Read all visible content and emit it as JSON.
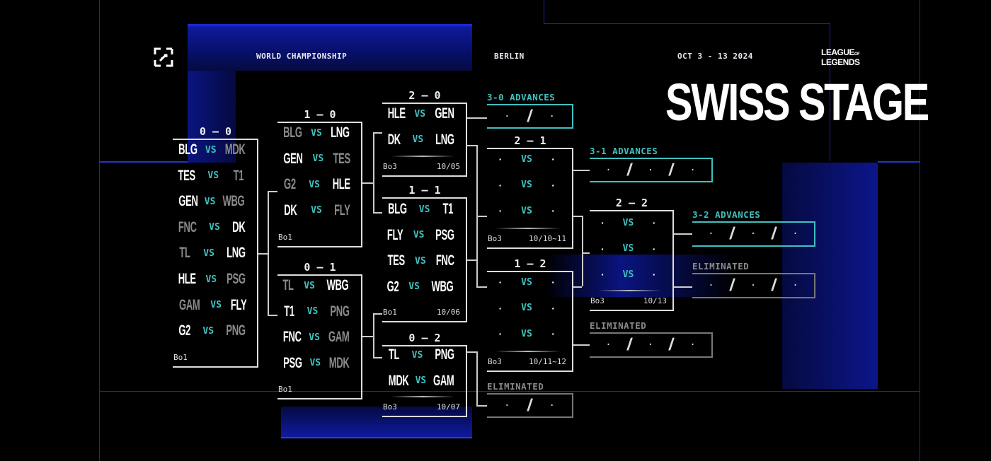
{
  "header": {
    "event": "WORLD CHAMPIONSHIP",
    "city": "BERLIN",
    "dates": "OCT 3 - 13 2024",
    "brand_line1": "LEAGUE",
    "brand_of": "OF",
    "brand_line2": "LEGENDS",
    "stage_title": "SWISS STAGE",
    "expand_icon": "expand-arrows-icon"
  },
  "colors": {
    "accent": "#3fc1c0",
    "eliminated": "#777777",
    "background": "#000000",
    "blue": "#1a2fd0"
  },
  "stages": [
    {
      "id": "s00",
      "title": "0 – 0",
      "format": "Bo1",
      "date": "",
      "matches": [
        {
          "a": "BLG",
          "b": "MDK",
          "a_lost": false,
          "b_lost": true
        },
        {
          "a": "TES",
          "b": "T1",
          "a_lost": false,
          "b_lost": true
        },
        {
          "a": "GEN",
          "b": "WBG",
          "a_lost": false,
          "b_lost": true
        },
        {
          "a": "FNC",
          "b": "DK",
          "a_lost": true,
          "b_lost": false
        },
        {
          "a": "TL",
          "b": "LNG",
          "a_lost": true,
          "b_lost": false
        },
        {
          "a": "HLE",
          "b": "PSG",
          "a_lost": false,
          "b_lost": true
        },
        {
          "a": "GAM",
          "b": "FLY",
          "a_lost": true,
          "b_lost": false
        },
        {
          "a": "G2",
          "b": "PNG",
          "a_lost": false,
          "b_lost": true
        }
      ]
    },
    {
      "id": "s10",
      "title": "1 – 0",
      "format": "Bo1",
      "date": "",
      "matches": [
        {
          "a": "BLG",
          "b": "LNG",
          "a_lost": true,
          "b_lost": false
        },
        {
          "a": "GEN",
          "b": "TES",
          "a_lost": false,
          "b_lost": true
        },
        {
          "a": "G2",
          "b": "HLE",
          "a_lost": true,
          "b_lost": false
        },
        {
          "a": "DK",
          "b": "FLY",
          "a_lost": false,
          "b_lost": true
        }
      ]
    },
    {
      "id": "s01",
      "title": "0 – 1",
      "format": "Bo1",
      "date": "",
      "matches": [
        {
          "a": "TL",
          "b": "WBG",
          "a_lost": true,
          "b_lost": false
        },
        {
          "a": "T1",
          "b": "PNG",
          "a_lost": false,
          "b_lost": true
        },
        {
          "a": "FNC",
          "b": "GAM",
          "a_lost": false,
          "b_lost": true
        },
        {
          "a": "PSG",
          "b": "MDK",
          "a_lost": false,
          "b_lost": true
        }
      ]
    },
    {
      "id": "s20",
      "title": "2 – 0",
      "format": "Bo3",
      "date": "10/05",
      "matches": [
        {
          "a": "HLE",
          "b": "GEN"
        },
        {
          "a": "DK",
          "b": "LNG"
        }
      ]
    },
    {
      "id": "s11",
      "title": "1 – 1",
      "format": "Bo1",
      "date": "10/06",
      "matches": [
        {
          "a": "BLG",
          "b": "T1"
        },
        {
          "a": "FLY",
          "b": "PSG"
        },
        {
          "a": "TES",
          "b": "FNC"
        },
        {
          "a": "G2",
          "b": "WBG"
        }
      ]
    },
    {
      "id": "s02",
      "title": "0 – 2",
      "format": "Bo3",
      "date": "10/07",
      "matches": [
        {
          "a": "TL",
          "b": "PNG"
        },
        {
          "a": "MDK",
          "b": "GAM"
        }
      ]
    },
    {
      "id": "s21",
      "title": "2 – 1",
      "format": "Bo3",
      "date": "10/10~11",
      "matches": [
        {
          "a": "·",
          "b": "·"
        },
        {
          "a": "·",
          "b": "·"
        },
        {
          "a": "·",
          "b": "·"
        }
      ]
    },
    {
      "id": "s12",
      "title": "1 – 2",
      "format": "Bo3",
      "date": "10/11~12",
      "matches": [
        {
          "a": "·",
          "b": "·"
        },
        {
          "a": "·",
          "b": "·"
        },
        {
          "a": "·",
          "b": "·"
        }
      ]
    },
    {
      "id": "s22",
      "title": "2 – 2",
      "format": "Bo3",
      "date": "10/13",
      "matches": [
        {
          "a": "·",
          "b": "·"
        },
        {
          "a": "·",
          "b": "·"
        },
        {
          "a": "·",
          "b": "·"
        }
      ]
    }
  ],
  "vs_label": "VS",
  "results": [
    {
      "id": "r30",
      "label": "3-0 ADVANCES",
      "slots": [
        "·",
        "·"
      ],
      "eliminated": false
    },
    {
      "id": "r31",
      "label": "3-1 ADVANCES",
      "slots": [
        "·",
        "·",
        "·"
      ],
      "eliminated": false
    },
    {
      "id": "r32",
      "label": "3-2 ADVANCES",
      "slots": [
        "·",
        "·",
        "·"
      ],
      "eliminated": false
    },
    {
      "id": "r03",
      "label": "ELIMINATED",
      "slots": [
        "·",
        "·"
      ],
      "eliminated": true
    },
    {
      "id": "r13",
      "label": "ELIMINATED",
      "slots": [
        "·",
        "·",
        "·"
      ],
      "eliminated": true
    },
    {
      "id": "r23",
      "label": "ELIMINATED",
      "slots": [
        "·",
        "·",
        "·"
      ],
      "eliminated": true
    }
  ]
}
